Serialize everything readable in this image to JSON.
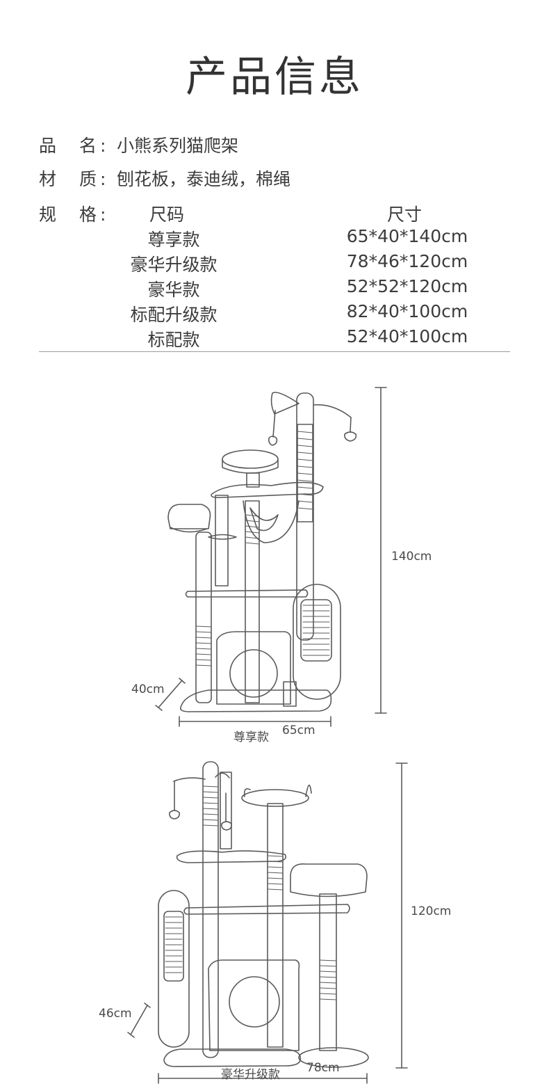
{
  "title": "产品信息",
  "info": {
    "name": {
      "label_a": "品",
      "label_b": "名",
      "colon": ":",
      "value": "小熊系列猫爬架"
    },
    "material": {
      "label_a": "材",
      "label_b": "质",
      "colon": ":",
      "value": "刨花板，泰迪绒，棉绳"
    },
    "spec": {
      "label_a": "规",
      "label_b": "格",
      "colon": ":"
    }
  },
  "spec_table": {
    "headers": [
      "尺码",
      "尺寸"
    ],
    "rows": [
      {
        "size": "尊享款",
        "dims": "65*40*140cm"
      },
      {
        "size": "豪华升级款",
        "dims": "78*46*120cm"
      },
      {
        "size": "豪华款",
        "dims": "52*52*120cm"
      },
      {
        "size": "标配升级款",
        "dims": "82*40*100cm"
      },
      {
        "size": "标配款",
        "dims": "52*40*100cm"
      }
    ]
  },
  "diagrams": [
    {
      "model": "尊享款",
      "height": "140cm",
      "depth": "40cm",
      "width": "65cm"
    },
    {
      "model": "豪华升级款",
      "height": "120cm",
      "depth": "46cm",
      "width": "78cm"
    }
  ]
}
